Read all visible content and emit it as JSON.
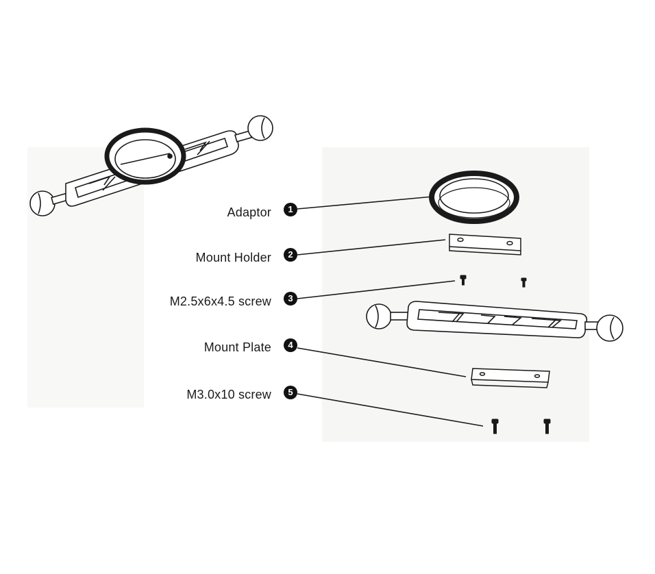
{
  "parts": [
    {
      "number": "1",
      "label": "Adaptor"
    },
    {
      "number": "2",
      "label": "Mount Holder"
    },
    {
      "number": "3",
      "label": "M2.5x6x4.5 screw"
    },
    {
      "number": "4",
      "label": "Mount Plate"
    },
    {
      "number": "5",
      "label": "M3.0x10 screw"
    }
  ],
  "colors": {
    "ink": "#1a1a1a",
    "badge": "#111111",
    "paper": "#ffffff",
    "shade": "#f4f4f2"
  }
}
